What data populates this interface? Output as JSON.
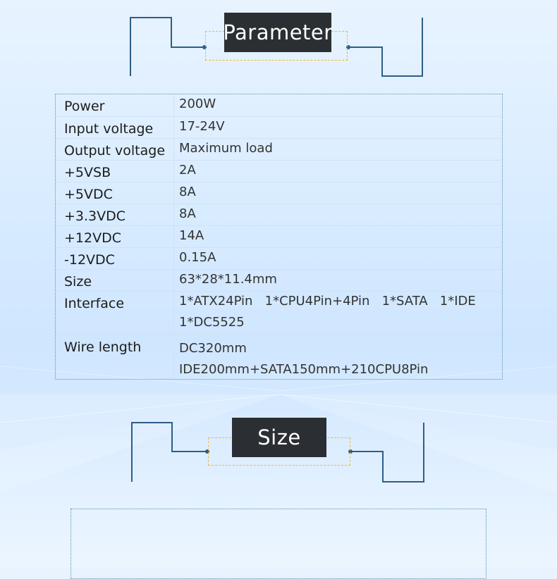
{
  "parameter_section": {
    "title": "Parameter",
    "rows": [
      {
        "label": "Power",
        "value": "200W"
      },
      {
        "label": "Input voltage",
        "value": "17-24V"
      },
      {
        "label": "Output voltage",
        "value": "Maximum load"
      },
      {
        "label": "+5VSB",
        "value": "2A"
      },
      {
        "label": "+5VDC",
        "value": "8A"
      },
      {
        "label": "+3.3VDC",
        "value": "8A"
      },
      {
        "label": "+12VDC",
        "value": "14A"
      },
      {
        "label": "-12VDC",
        "value": "0.15A"
      },
      {
        "label": "Size",
        "value": "63*28*11.4mm"
      },
      {
        "label": "Interface",
        "value": "1*ATX24Pin   1*CPU4Pin+4Pin   1*SATA   1*IDE",
        "value2": "1*DC5525"
      },
      {
        "label": "Wire length",
        "value": "DC320mm",
        "value2": "IDE200mm+SATA150mm+210CPU8Pin"
      }
    ]
  },
  "size_section": {
    "title": "Size"
  },
  "colors": {
    "title_bg": "#2b2f33",
    "accent_dash": "#f2b83a",
    "line_blue": "#2e5d86"
  }
}
